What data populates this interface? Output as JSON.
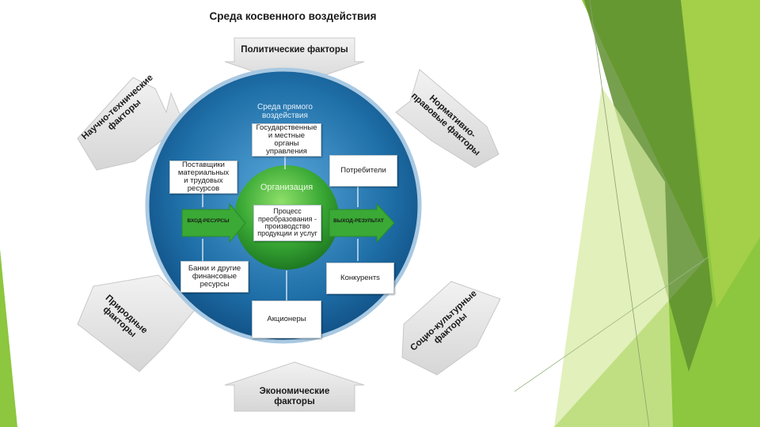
{
  "slide": {
    "title": "Среда косвенного воздействия",
    "outer_factors": {
      "top": "Политические факторы",
      "top_right": "Нормативно-\nправовые факторы",
      "bottom_right": "Социо-культурные\nфакторы",
      "bottom": "Экономические\nфакторы",
      "bottom_left": "Природные\nфакторы",
      "top_left": "Научно-технические\nфакторы"
    },
    "circle": {
      "label": "Среда прямого\nвоздействия",
      "organization": "Организация",
      "process": "Процесс\nпреобразования -\nпроизводство\nпродукции и услуг"
    },
    "boxes": {
      "government": "Государственные\nи местные\nорганы\nуправления",
      "suppliers": "Поставщики\nматериальных\nи трудовых\nресурсов",
      "consumers": "Потребители",
      "banks": "Банки и другие\nфинансовые\nресурсы",
      "competitors": "Конкурентs",
      "shareholders": "Акционеры"
    },
    "flow": {
      "input": "ВХОД-РЕСУРСЫ",
      "output": "ВЫХОД-РЕЗУЛЬТАТ"
    },
    "colors": {
      "accent_green": "#8dc63f",
      "dark_green": "#5a8a28",
      "circle_blue": "#1f6fa8",
      "inner_green": "#3aa935",
      "arrow_gray": "#e6e6e6"
    }
  }
}
